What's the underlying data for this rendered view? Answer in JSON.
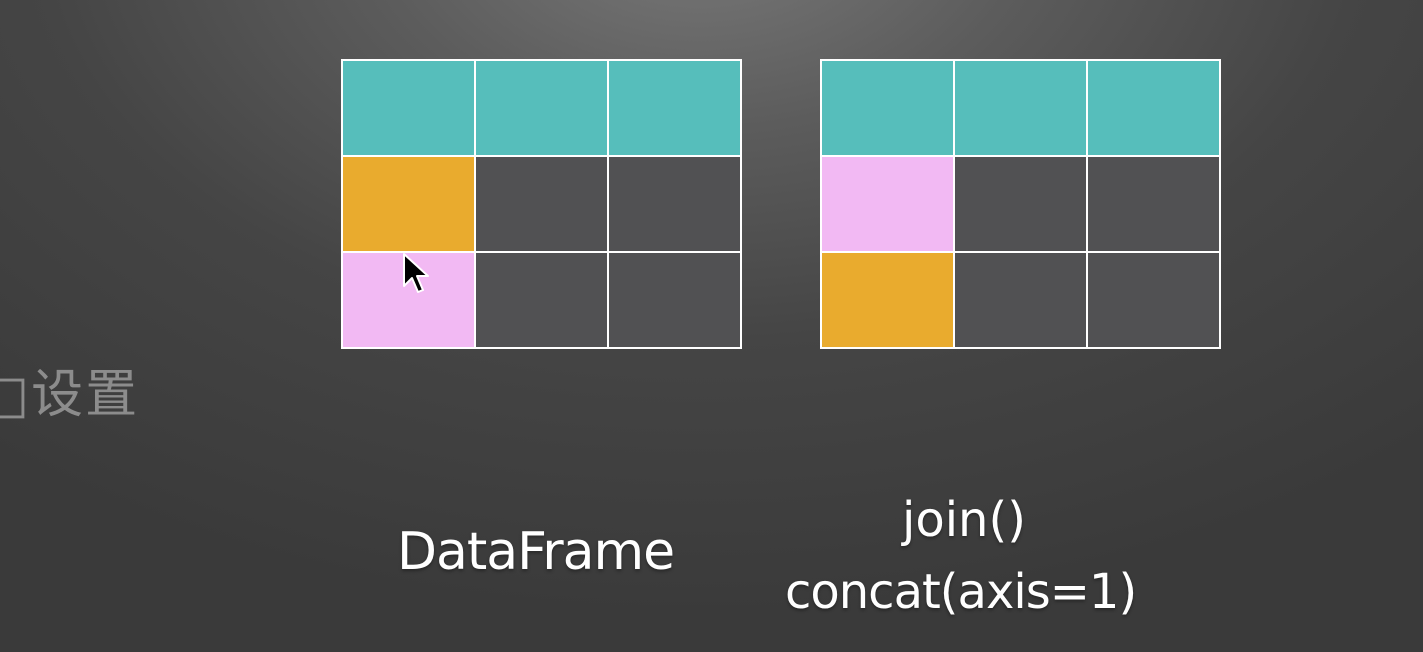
{
  "side_text": "□设置",
  "left_grid": {
    "rows": [
      [
        "teal",
        "teal",
        "teal"
      ],
      [
        "orange",
        "gray",
        "gray"
      ],
      [
        "pink",
        "gray",
        "gray"
      ]
    ]
  },
  "right_grid": {
    "rows": [
      [
        "teal",
        "teal",
        "teal"
      ],
      [
        "pink",
        "gray",
        "gray"
      ],
      [
        "orange",
        "gray",
        "gray"
      ]
    ]
  },
  "colors": {
    "teal": "#56bebb",
    "orange": "#e9ab2e",
    "pink": "#f2b9f3",
    "gray": "#515153",
    "grid_lines": "#ffffff"
  },
  "labels": {
    "dataframe": "DataFrame",
    "join": "join()",
    "concat": "concat(axis=1)"
  },
  "cursor_icon": "arrow-pointer-icon"
}
